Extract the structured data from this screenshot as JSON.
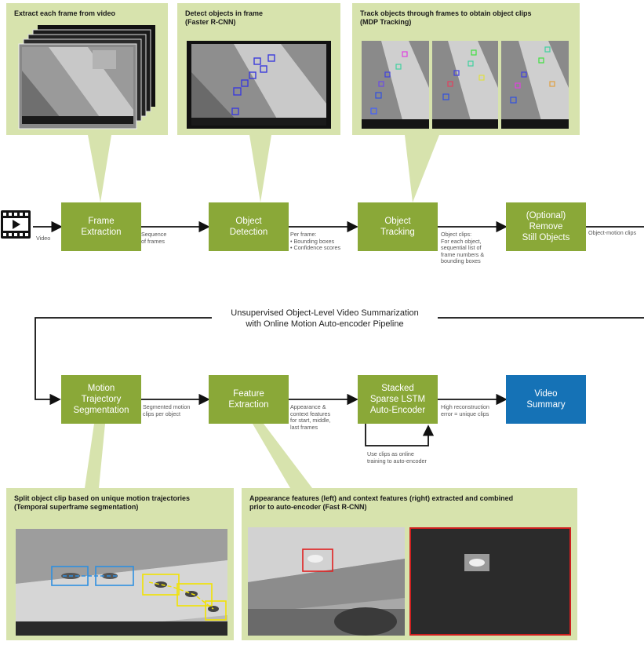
{
  "panels": {
    "extract": {
      "title": "Extract each frame from video"
    },
    "detect": {
      "title": "Detect objects in frame\n(Faster R-CNN)"
    },
    "track": {
      "title": "Track objects through frames to obtain object clips\n(MDP Tracking)"
    },
    "split": {
      "title": "Split object clip based on unique motion trajectories\n(Temporal superframe segmentation)"
    },
    "appearance": {
      "title": "Appearance features (left) and context features (right) extracted and combined\nprior to auto-encoder (Fast R-CNN)"
    }
  },
  "steps": {
    "frame_extraction": "Frame\nExtraction",
    "object_detection": "Object\nDetection",
    "object_tracking": "Object\nTracking",
    "remove_still": "(Optional)\nRemove\nStill Objects",
    "motion_segmentation": "Motion\nTrajectory\nSegmentation",
    "feature_extraction": "Feature\nExtraction",
    "autoencoder": "Stacked\nSparse LSTM\nAuto-Encoder",
    "video_summary": "Video\nSummary"
  },
  "annotations": {
    "video": "Video",
    "sequence": "Sequence\nof frames",
    "per_frame": "Per frame:\n• Bounding boxes\n• Confidence scores",
    "object_clips": "Object clips:\nFor each object,\nsequential list of\nframe numbers &\nbounding boxes",
    "object_motion": "Object-motion clips",
    "segmented": "Segmented motion\nclips per object",
    "features": "Appearance &\ncontext features\nfor start, middle,\nlast frames",
    "high_error": "High reconstruction\nerror = unique clips",
    "online_training": "Use clips as online\ntraining to auto-encoder"
  },
  "pipeline_title": "Unsupervised Object-Level Video Summarization\nwith Online Motion Auto-encoder Pipeline",
  "colors": {
    "panel": "#d7e3ad",
    "step": "#8aa838",
    "summary": "#1572b6",
    "track_blue": "#2f8fe0",
    "track_yellow": "#f2e200",
    "roi_red": "#e02020"
  },
  "icons": {
    "video": "film-play-icon"
  }
}
